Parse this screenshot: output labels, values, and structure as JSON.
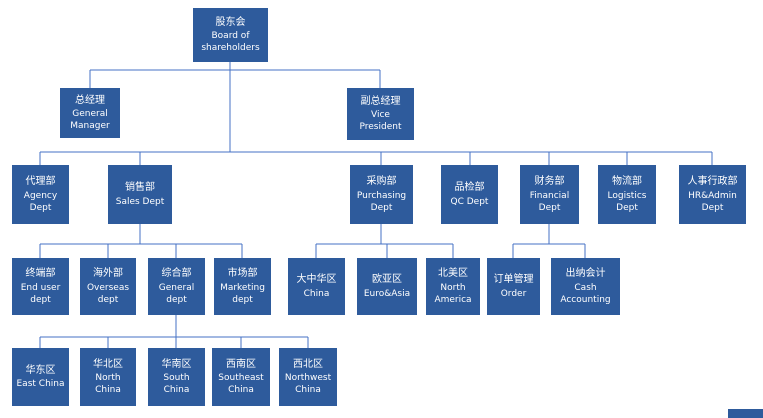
{
  "colors": {
    "box": "#2e5b9c",
    "line": "#4472c4",
    "text": "#ffffff"
  },
  "nodes": [
    {
      "id": "board",
      "zh": "股东会",
      "en": "Board of shareholders"
    },
    {
      "id": "general-manager",
      "zh": "总经理",
      "en": "General Manager"
    },
    {
      "id": "vice-president",
      "zh": "副总经理",
      "en": "Vice President"
    },
    {
      "id": "agency",
      "zh": "代理部",
      "en": "Agency Dept"
    },
    {
      "id": "sales",
      "zh": "销售部",
      "en": "Sales Dept"
    },
    {
      "id": "purchasing",
      "zh": "采购部",
      "en": "Purchasing Dept"
    },
    {
      "id": "qc",
      "zh": "品检部",
      "en": "QC Dept"
    },
    {
      "id": "financial",
      "zh": "财务部",
      "en": "Financial Dept"
    },
    {
      "id": "logistics",
      "zh": "物流部",
      "en": "Logistics Dept"
    },
    {
      "id": "hr-admin",
      "zh": "人事行政部",
      "en": "HR&Admin Dept"
    },
    {
      "id": "end-user",
      "zh": "终端部",
      "en": "End user dept"
    },
    {
      "id": "overseas",
      "zh": "海外部",
      "en": "Overseas dept"
    },
    {
      "id": "general-dept",
      "zh": "综合部",
      "en": "General dept"
    },
    {
      "id": "marketing",
      "zh": "市场部",
      "en": "Marketing dept"
    },
    {
      "id": "china",
      "zh": "大中华区",
      "en": "China"
    },
    {
      "id": "euro-asia",
      "zh": "欧亚区",
      "en": "Euro&Asia"
    },
    {
      "id": "north-america",
      "zh": "北美区",
      "en": "North America"
    },
    {
      "id": "order",
      "zh": "订单管理",
      "en": "Order"
    },
    {
      "id": "cash-accounting",
      "zh": "出纳会计",
      "en": "Cash Accounting"
    },
    {
      "id": "east-china",
      "zh": "华东区",
      "en": "East China"
    },
    {
      "id": "north-china",
      "zh": "华北区",
      "en": "North China"
    },
    {
      "id": "south-china",
      "zh": "华南区",
      "en": "South China"
    },
    {
      "id": "southeast-china",
      "zh": "西南区",
      "en": "Southeast China"
    },
    {
      "id": "northwest-china",
      "zh": "西北区",
      "en": "Northwest China"
    }
  ],
  "edges": [
    {
      "from": "board",
      "to": "general-manager"
    },
    {
      "from": "board",
      "to": "vice-president"
    },
    {
      "from": "board",
      "to": "agency"
    },
    {
      "from": "board",
      "to": "sales"
    },
    {
      "from": "board",
      "to": "purchasing"
    },
    {
      "from": "board",
      "to": "qc"
    },
    {
      "from": "board",
      "to": "financial"
    },
    {
      "from": "board",
      "to": "logistics"
    },
    {
      "from": "board",
      "to": "hr-admin"
    },
    {
      "from": "sales",
      "to": "end-user"
    },
    {
      "from": "sales",
      "to": "overseas"
    },
    {
      "from": "sales",
      "to": "general-dept"
    },
    {
      "from": "sales",
      "to": "marketing"
    },
    {
      "from": "purchasing",
      "to": "china"
    },
    {
      "from": "purchasing",
      "to": "euro-asia"
    },
    {
      "from": "purchasing",
      "to": "north-america"
    },
    {
      "from": "financial",
      "to": "order"
    },
    {
      "from": "financial",
      "to": "cash-accounting"
    },
    {
      "from": "general-dept",
      "to": "east-china"
    },
    {
      "from": "general-dept",
      "to": "north-china"
    },
    {
      "from": "general-dept",
      "to": "south-china"
    },
    {
      "from": "general-dept",
      "to": "southeast-china"
    },
    {
      "from": "general-dept",
      "to": "northwest-china"
    }
  ]
}
